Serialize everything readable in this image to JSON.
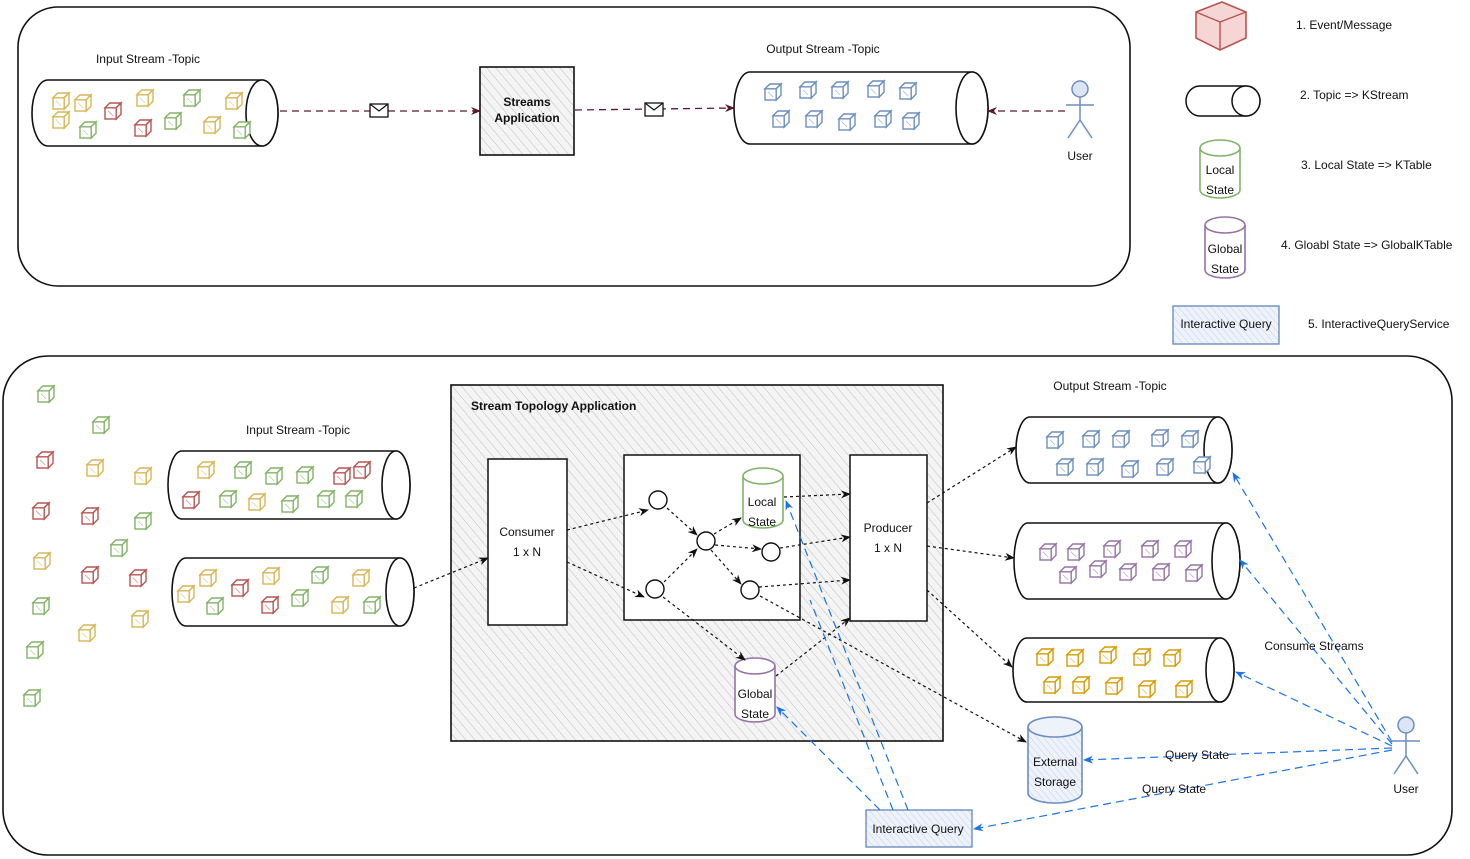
{
  "colors": {
    "red": "#b85450",
    "yellow": "#d6b656",
    "green": "#82b366",
    "blue": "#6c8ebf",
    "purple": "#9673a6",
    "orange": "#d79b00",
    "query_blue": "#1a73e8",
    "arrow_dark": "#111111",
    "arrow_top": "#5a1a2a"
  },
  "icons": {
    "message": "envelope-icon",
    "event": "cube-icon",
    "user": "stick-figure-icon"
  },
  "top": {
    "input_label": "Input Stream -Topic",
    "output_label": "Output Stream -Topic",
    "app_line1": "Streams",
    "app_line2": "Application",
    "user_label": "User"
  },
  "legend": {
    "event_label": "1. Event/Message",
    "topic_label": "2. Topic => KStream",
    "local_line1": "Local",
    "local_line2": "State",
    "local_label": "3. Local State => KTable",
    "global_line1": "Global",
    "global_line2": "State",
    "global_label": "4. Gloabl State => GlobalKTable",
    "iq_box": "Interactive Query",
    "iq_label": "5. InteractiveQueryService"
  },
  "bottom": {
    "input_label": "Input Stream -Topic",
    "topology_title": "Stream Topology Application",
    "consumer_line1": "Consumer",
    "consumer_line2": "1 x N",
    "producer_line1": "Producer",
    "producer_line2": "1 x N",
    "local_line1": "Local",
    "local_line2": "State",
    "global_line1": "Global",
    "global_line2": "State",
    "output_label": "Output Stream -Topic",
    "external_line1": "External",
    "external_line2": "Storage",
    "consume_streams": "Consume Streams",
    "query_state_1": "Query State",
    "query_state_2": "Query State",
    "iq_box": "Interactive Query",
    "user_label": "User"
  }
}
